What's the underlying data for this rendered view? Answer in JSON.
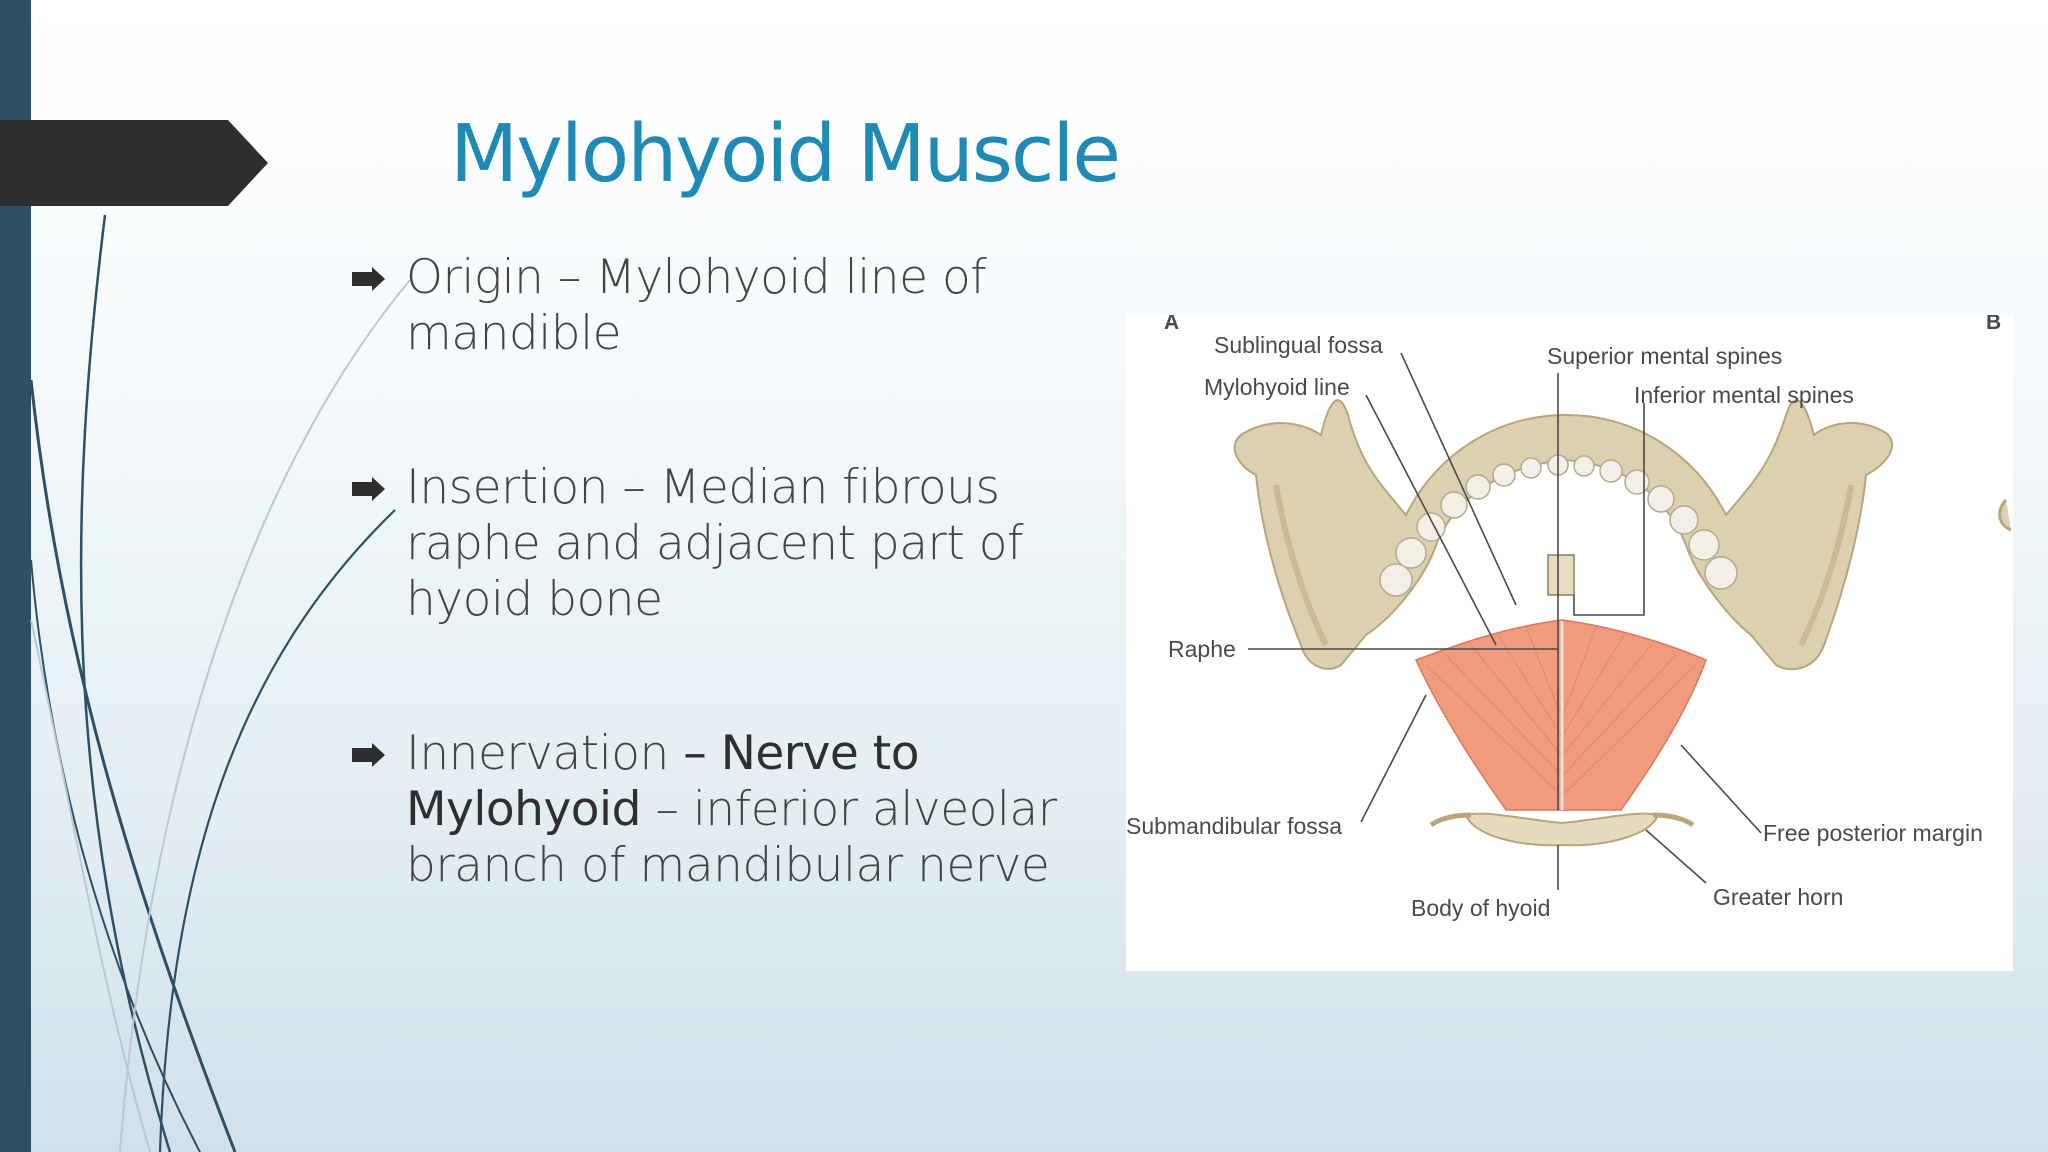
{
  "slide": {
    "title": "Mylohyoid Muscle",
    "accent_color": "#1f8ab3",
    "side_bar_color": "#2d5065",
    "arrow_color": "#2e2e2e",
    "bullet_icon": "right-arrow-bullet-icon"
  },
  "bullets": [
    {
      "label": "Origin",
      "text": " – Mylohyoid line of mandible"
    },
    {
      "label": "Insertion",
      "text": " – Median fibrous raphe and adjacent part of hyoid bone"
    },
    {
      "label": "Innervation",
      "strong": " – Nerve to Mylohyoid",
      "text": " – inferior alveolar branch of mandibular nerve"
    }
  ],
  "figure": {
    "panel_a": "A",
    "panel_b": "B",
    "labels": {
      "sublingual_fossa": "Sublingual fossa",
      "mylohyoid_line": "Mylohyoid line",
      "superior_mental_spines": "Superior mental spines",
      "inferior_mental_spines": "Inferior mental spines",
      "raphe": "Raphe",
      "submandibular_fossa": "Submandibular fossa",
      "free_posterior_margin": "Free posterior margin",
      "greater_horn": "Greater horn",
      "body_of_hyoid": "Body of hyoid"
    },
    "colors": {
      "bone": "#ddd0ae",
      "bone_shadow": "#b9a57b",
      "muscle": "#f09a7e",
      "teeth": "#f1efe6"
    }
  }
}
